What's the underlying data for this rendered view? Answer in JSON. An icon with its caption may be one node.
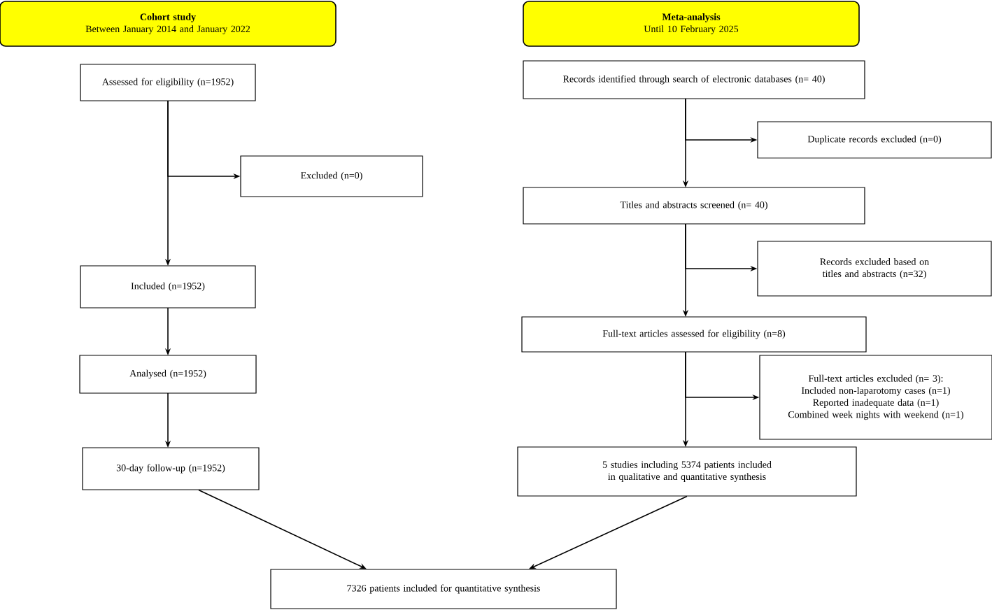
{
  "diagram": {
    "nodes": [
      {
        "text": [
          "Cohort study",
          "Between January 2014 and January 2022"
        ]
      },
      {
        "text": [
          "Assessed for eligibility (n=1952)"
        ]
      },
      {
        "text": [
          "Excluded (n=0)"
        ]
      },
      {
        "text": [
          "Included (n=1952)"
        ]
      },
      {
        "text": [
          "Analysed (n=1952)"
        ]
      },
      {
        "text": [
          "30-day follow-up (n=1952)"
        ]
      },
      {
        "text": [
          "Meta-analysis",
          "Until 10 February 2025"
        ]
      },
      {
        "text": [
          "Records identified through search of electronic databases (n= 40)"
        ]
      },
      {
        "text": [
          "Duplicate records excluded (n=0)"
        ]
      },
      {
        "text": [
          "Titles and abstracts screened (n= 40)"
        ]
      },
      {
        "text": [
          "Records excluded based on titles and abstracts (n=32)"
        ]
      },
      {
        "text": [
          "Full-text articles assessed for eligibility (n=8)"
        ]
      },
      {
        "text": [
          "Full-text articles excluded (n= 3):",
          "Included non-laparotomy cases (n=1)",
          "Reported inadequate data (n=1)",
          "Combined week nights with weekend (n=1)"
        ]
      },
      {
        "text": [
          "5 studies including 5374 patients included in qualitative and quantitative synthesis"
        ]
      },
      {
        "text": [
          "7326 patients included for quantitative synthesis"
        ]
      }
    ],
    "edges": [
      {
        "from": 1,
        "to": 3,
        "arrow": "to"
      },
      {
        "from": 1,
        "to": 2,
        "arrow": "to"
      },
      {
        "from": 3,
        "to": 4,
        "arrow": "to"
      },
      {
        "from": 4,
        "to": 5,
        "arrow": "to"
      },
      {
        "from": 5,
        "to": 14,
        "arrow": "to"
      },
      {
        "from": 7,
        "to": 9,
        "arrow": "to"
      },
      {
        "from": 7,
        "to": 8,
        "arrow": "to"
      },
      {
        "from": 9,
        "to": 11,
        "arrow": "to"
      },
      {
        "from": 9,
        "to": 10,
        "arrow": "to"
      },
      {
        "from": 11,
        "to": 13,
        "arrow": "to"
      },
      {
        "from": 11,
        "to": 12,
        "arrow": "to"
      },
      {
        "from": 13,
        "to": 14,
        "arrow": "to"
      }
    ]
  }
}
